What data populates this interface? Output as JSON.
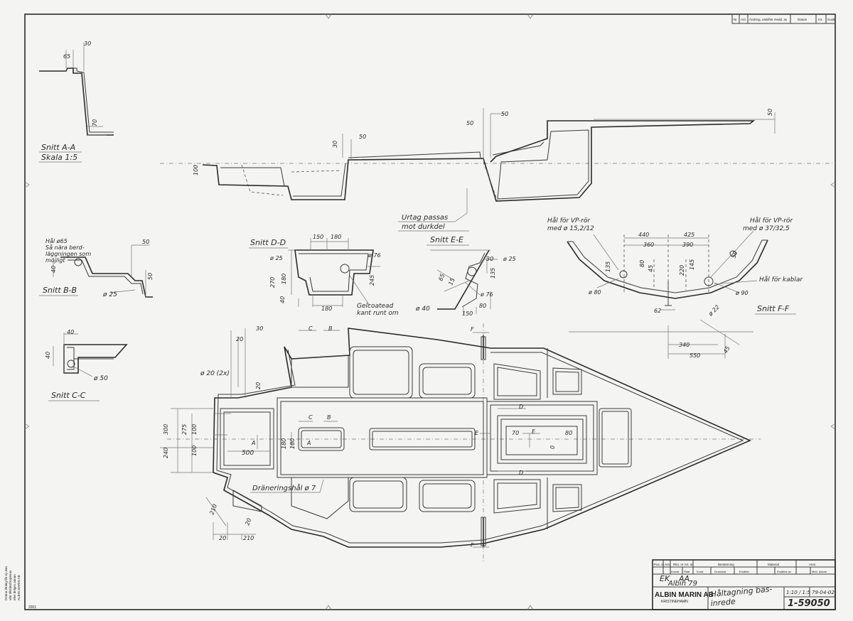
{
  "revision_block": {
    "headers": [
      "Nr",
      "Ant.",
      "Ändring, utskiftet medd. av",
      "Datum",
      "Int.",
      "Godk."
    ]
  },
  "views": {
    "section_aa": {
      "title": "Snitt A-A",
      "scale": "Skala 1:5",
      "dims": [
        "30",
        "65",
        "70"
      ]
    },
    "section_bb": {
      "title": "Snitt B-B",
      "note": [
        "Hål ø65",
        "Så nära berd-",
        "läggningen som",
        "möjligt"
      ],
      "dims": [
        "50",
        "40",
        "50",
        "ø 25"
      ]
    },
    "section_cc": {
      "title": "Snitt C-C",
      "dims": [
        "40",
        "40",
        "ø 50"
      ]
    },
    "section_dd": {
      "title": "Snitt D-D",
      "dims": [
        "150",
        "180",
        "ø 25",
        "ø 76",
        "270",
        "180",
        "245",
        "40",
        "180"
      ],
      "note": [
        "Gelcoatead",
        "kant runt om"
      ]
    },
    "section_ee": {
      "title": "Snitt E-E",
      "dims": [
        "30",
        "ø 25",
        "135",
        "65",
        "15",
        "ø 40",
        "ø 76",
        "80",
        "150"
      ]
    },
    "section_ff": {
      "title": "Snitt F-F",
      "dims": [
        "440",
        "425",
        "360",
        "390",
        "50",
        "135",
        "80",
        "45",
        "220",
        "145",
        "ø 80",
        "62",
        "ø 90",
        "ø 22",
        "45",
        "340",
        "550"
      ],
      "note_left": [
        "Hål för VP-rör",
        "med ø 15,2/12"
      ],
      "note_right": [
        "Hål för VP-rör",
        "med ø 37/32,5"
      ],
      "note_cable": "Hål för kablar"
    },
    "profile": {
      "dims": [
        "50",
        "50",
        "30",
        "50",
        "100",
        "50"
      ],
      "note": [
        "Urtag passas",
        "mot durkdel"
      ]
    },
    "plan": {
      "dims": [
        "30",
        "20",
        "ø 20 (2x)",
        "20",
        "300",
        "275",
        "100",
        "100",
        "240",
        "180",
        "180",
        "500",
        "70",
        "80",
        "0",
        "20",
        "210",
        "210",
        "20"
      ],
      "section_marks": [
        "C",
        "B",
        "C",
        "B",
        "F",
        "F",
        "D",
        "D",
        "E",
        "E",
        "A",
        "A"
      ],
      "note": "Dräneringshål ø 7"
    }
  },
  "title_block": {
    "hdr_cells": [
      "Pos. nr",
      "Ant.",
      "Ritn. nr Art. nr",
      "Benämning",
      "Material",
      "Anm."
    ],
    "sub_cells": [
      "Konstr.",
      "Ritat",
      "Kontr.",
      "Granskat",
      "Ersätter",
      "Ersättes av",
      "Med. datum"
    ],
    "initials": [
      "EK",
      "AA"
    ],
    "model": "Albin 79",
    "company": "ALBIN MARIN AB",
    "location": "KRISTINEHAMN",
    "drawing_title": [
      "Håltagning bas-",
      "inrede"
    ],
    "scale": "1:10 / 1:5",
    "date": "79-04-02",
    "drawing_no": "1-59050"
  },
  "side_text": [
    "Denna ritning får ej utan",
    "vårt tillstånd kopieras",
    "eller delges annan",
    "ALBIN MARIN AB"
  ],
  "corner_code": "3301"
}
